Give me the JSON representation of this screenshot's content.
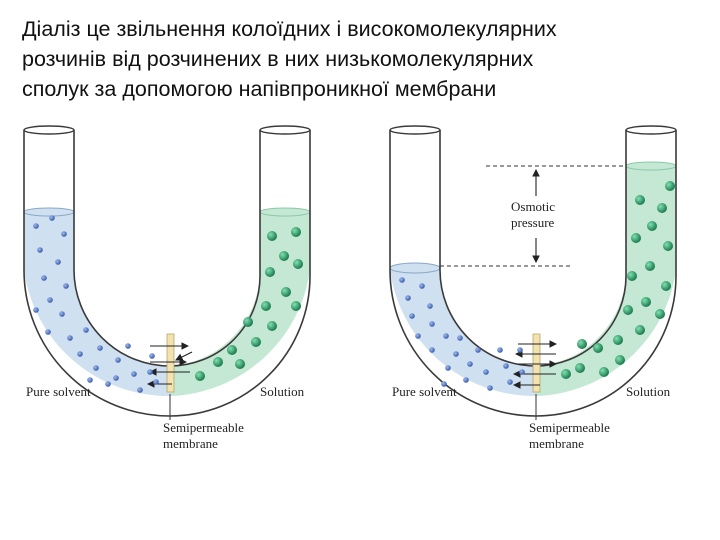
{
  "heading": {
    "lines": [
      "Діаліз це звільнення колоїдних і високомолекулярних",
      "розчинів від розчинених в них низькомолекулярних",
      "сполук за допомогою напівпроникної мембрани"
    ]
  },
  "figure": {
    "left_panel": {
      "label_left": "Pure solvent",
      "label_right": "Solution",
      "membrane_label_line1": "Semipermeable",
      "membrane_label_line2": "membrane"
    },
    "right_panel": {
      "label_left": "Pure solvent",
      "label_right": "Solution",
      "membrane_label_line1": "Semipermeable",
      "membrane_label_line2": "membrane",
      "pressure_label_line1": "Osmotic",
      "pressure_label_line2": "pressure"
    },
    "colors": {
      "solvent": "#cfe0f0",
      "solution": "#c4e8d4",
      "small_molecule": "#5b7fc9",
      "large_molecule": "#2f9e6a",
      "membrane": "#f3e3b0",
      "tube_outline": "#3a3a3a"
    }
  }
}
